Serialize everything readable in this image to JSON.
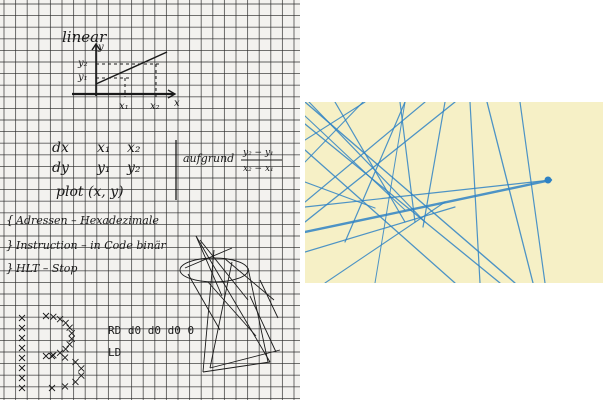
{
  "sheet": {
    "title": "linear",
    "axis": {
      "y": "y",
      "x": "x",
      "y2": "y₂",
      "y1": "y₁",
      "x1": "x₁",
      "x2": "x₂"
    },
    "vars": {
      "dx": "dx",
      "x1": "x₁",
      "x2": "x₂",
      "dy": "dy",
      "y1": "y₁",
      "y2": "y₂",
      "plot": "plot (x, y)",
      "aufgrund": "aufgrund",
      "frac_top": "y₂ − y₁",
      "frac_bottom": "x₂ − x₁"
    },
    "list": {
      "line1": "Adressen – Hexadezimale",
      "line2": "Instruction – in Code binär",
      "line3": "HLT – Stop"
    },
    "code": {
      "row1": "RD  d0 d0 d0 0",
      "row2": "LD"
    }
  },
  "colors": {
    "paper": "#f3f2ef",
    "grid": "#2b2b2b",
    "ink": "#1a1a1a",
    "plot_bg": "#f6f0c6",
    "plot_line": "#2f82c4"
  }
}
